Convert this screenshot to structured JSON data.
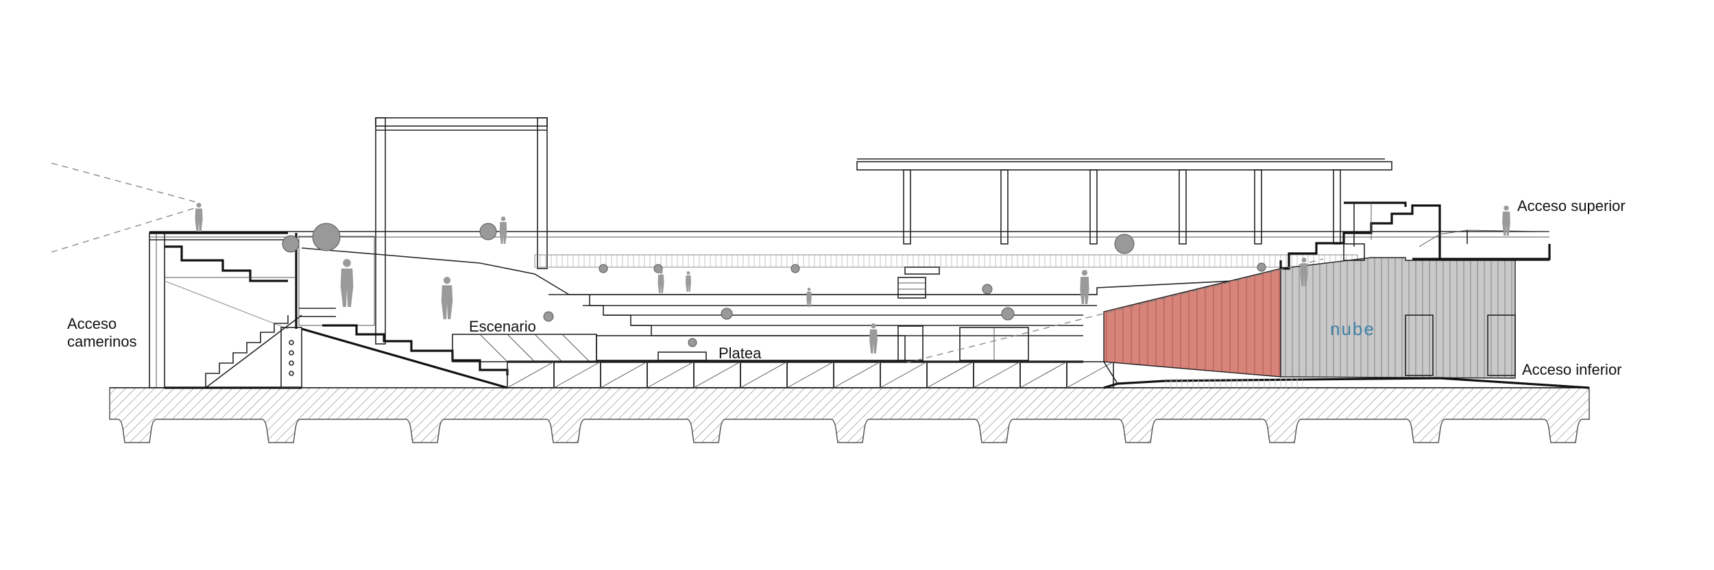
{
  "labels": {
    "acceso_camerinos": "Acceso\ncamerinos",
    "escenario": "Escenario",
    "platea": "Platea",
    "nube": "nube",
    "acceso_superior": "Acceso superior",
    "acceso_inferior": "Acceso inferior"
  },
  "colors": {
    "line": "#222222",
    "hatch": "#8a8a8a",
    "red_panel": "#d9847a",
    "grey_panel": "#b9b9b9",
    "nube_text": "#3f7fa6",
    "figure": "#9a9a9a"
  }
}
